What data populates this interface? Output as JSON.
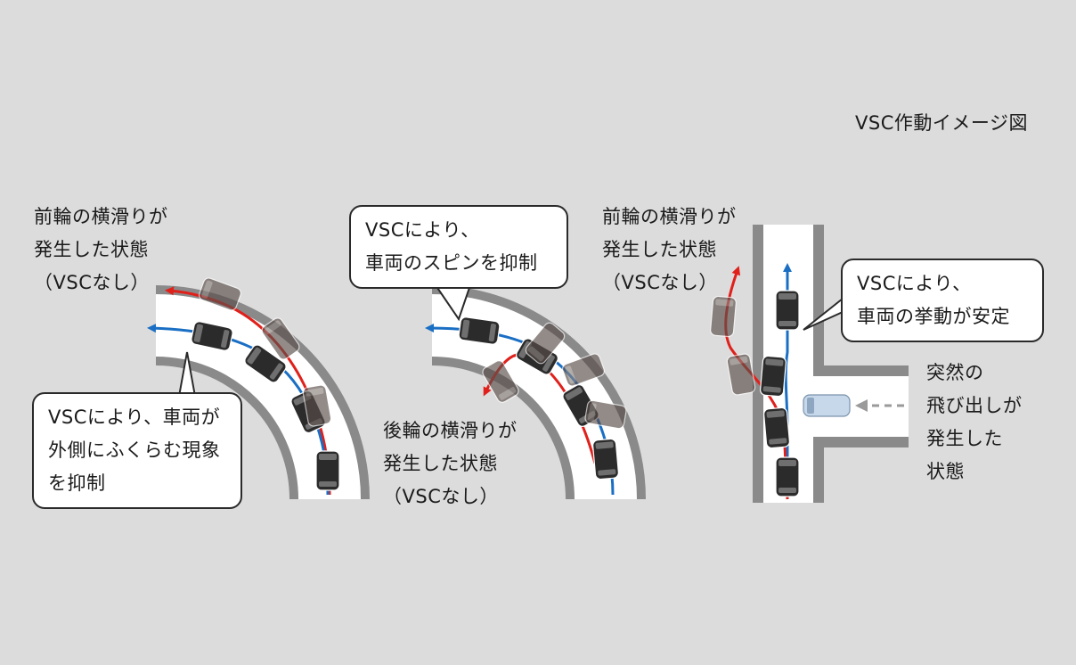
{
  "title": "VSC作動イメージ図",
  "panels": [
    {
      "label_lines": [
        "前輪の横滑りが",
        "発生した状態",
        "（VSCなし）"
      ],
      "callout_lines": [
        "VSCにより、車両が",
        "外側にふくらむ現象",
        "を抑制"
      ]
    },
    {
      "callout_lines": [
        "VSCにより、",
        "車両のスピンを抑制"
      ],
      "label_lines": [
        "後輪の横滑りが",
        "発生した状態",
        "（VSCなし）"
      ]
    },
    {
      "label_lines": [
        "前輪の横滑りが",
        "発生した状態",
        "（VSCなし）"
      ],
      "callout_lines": [
        "VSCにより、",
        "車両の挙動が安定"
      ],
      "hazard_lines": [
        "突然の",
        "飛び出しが",
        "発生した",
        "状態"
      ]
    }
  ],
  "colors": {
    "background": "#dcdcdc",
    "road": "#ffffff",
    "curb": "#8a8a8a",
    "vsc_on_path": "#1a6fc4",
    "vsc_off_path": "#e0201b",
    "car": "#2b2b2b",
    "ghost_car": "#5a4e4a",
    "intruder_car": "#c7d8ea"
  }
}
